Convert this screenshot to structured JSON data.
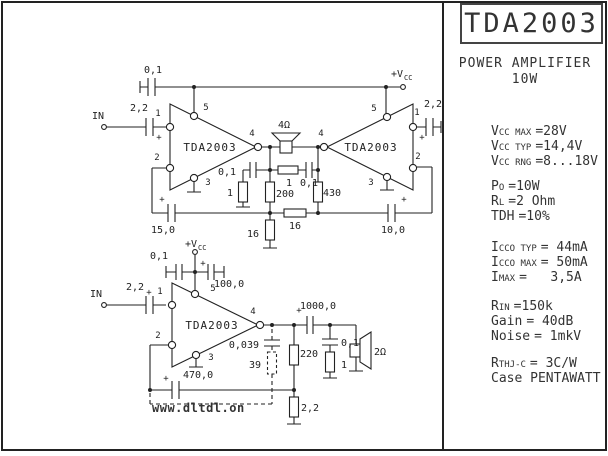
{
  "panel": {
    "title": "TDA2003",
    "subtitle_line1": "POWER AMPLIFIER",
    "subtitle_line2": "10W",
    "specs": [
      {
        "sym": "V",
        "sub": "CC MAX",
        "val": "=28V"
      },
      {
        "sym": "V",
        "sub": "CC TYP",
        "val": "=14,4V"
      },
      {
        "sym": "V",
        "sub": "CC RNG",
        "val": "=8...18V"
      },
      {
        "sym": "P",
        "sub": "O",
        "val": "=10W"
      },
      {
        "sym": "R",
        "sub": "L",
        "val": "=2 Ohm"
      },
      {
        "sym": "TDH",
        "sub": "",
        "val": "=10%"
      },
      {
        "sym": "I",
        "sub": "CCO TYP",
        "val": "= 44mA"
      },
      {
        "sym": "I",
        "sub": "CCO MAX",
        "val": "= 50mA"
      },
      {
        "sym": "I",
        "sub": "MAX",
        "val": "=   3,5A"
      },
      {
        "sym": "R",
        "sub": "IN",
        "val": "=150k"
      },
      {
        "sym": "Gain",
        "sub": "",
        "val": "= 40dB"
      },
      {
        "sym": "Noise",
        "sub": "",
        "val": "= 1mkV"
      },
      {
        "sym": "R",
        "sub": "THJ-C",
        "val": "= 3C/W"
      },
      {
        "sym": "Case PENTAWATT",
        "sub": "",
        "val": ""
      }
    ]
  },
  "schematic": {
    "labels": {
      "ic": "TDA2003",
      "in": "IN",
      "plus": "+",
      "vcc_v": "+V",
      "vcc_cc": "CC",
      "p1": "1",
      "p2": "2",
      "p3": "3",
      "p4": "4",
      "p5": "5",
      "r01": "0,1",
      "r1": "1",
      "r22": "2,2",
      "r16": "16",
      "r200": "200",
      "r430": "430",
      "r220": "220",
      "r39": "39",
      "c0_039": "0,039",
      "c15_0": "15,0",
      "c10_0": "10,0",
      "c100_0": "100,0",
      "c470_0": "470,0",
      "c1000_0": "1000,0",
      "sp4": "4Ω",
      "sp2": "2Ω",
      "watermark": "www.dltdl.on"
    }
  }
}
